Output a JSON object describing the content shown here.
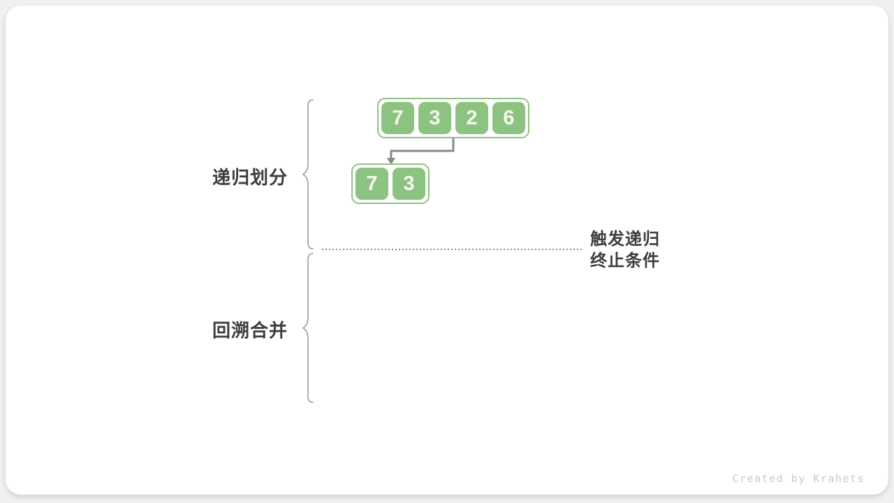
{
  "labels": {
    "divide": "递归划分",
    "merge": "回溯合并"
  },
  "annotation": {
    "line1": "触发递归",
    "line2": "终止条件"
  },
  "arrays": {
    "level1": {
      "values": [
        "7",
        "3",
        "2",
        "6"
      ]
    },
    "level2": {
      "values": [
        "7",
        "3"
      ]
    }
  },
  "watermark": "Created by Krahets",
  "colors": {
    "cell_green": "#8dc380",
    "arrow_gray": "#8a8a8a",
    "brace_gray": "#9b9b9b",
    "label_dark": "#3d3d3d",
    "watermark_gray": "#c9c9c9",
    "cell_text": "#f7f7f2"
  }
}
